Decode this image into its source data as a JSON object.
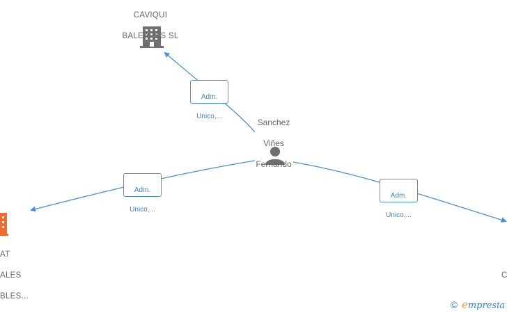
{
  "nodes": {
    "company_top": {
      "name_line1": "CAVIQUI",
      "name_line2": "BALEARES SL"
    },
    "person": {
      "name_line1": "Sanchez",
      "name_line2": "Viñes",
      "name_line3": "Fernando"
    },
    "company_left": {
      "name_line1": "AT",
      "name_line2": "ALES",
      "name_line3": "BLES..."
    },
    "company_right": {
      "name_line1": "C"
    }
  },
  "relations": [
    {
      "line1": "Adm.",
      "line2": "Unico,..."
    },
    {
      "line1": "Adm.",
      "line2": "Unico,..."
    },
    {
      "line1": "Adm.",
      "line2": "Unico,..."
    }
  ],
  "footer": {
    "copyright_symbol": "©",
    "brand_first": "e",
    "brand_rest": "mpresia"
  },
  "colors": {
    "edge": "#4a90d9",
    "node_icon": "#6f6f6f",
    "highlight_company": "#f26b2e",
    "brand_accent": "#f39a2b"
  }
}
